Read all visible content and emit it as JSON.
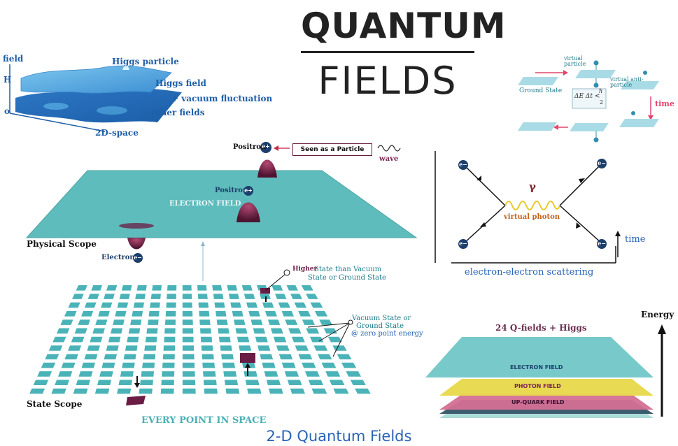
{
  "header": {
    "title": "QUANTUM",
    "subtitle": "FIELDS"
  },
  "higgs_panel": {
    "axis_field": "field",
    "axis_h": "H",
    "axis_o": "o",
    "higgs_particle": "Higgs particle",
    "higgs_field": "Higgs field",
    "vacuum_fluctuation": "+ vacuum fluctuation",
    "other_fields": "other fields",
    "space": "2D-space"
  },
  "virtual_panel": {
    "ground_state": "Ground State",
    "virtual_particle": "virtual particle",
    "virtual_antiparticle": "virtual anti-particle",
    "uncertainty": "ΔE Δt <",
    "hbar": "ħ",
    "two": "2",
    "time": "time"
  },
  "electron_field_panel": {
    "positron_top": "Positron",
    "seen_as_particle": "Seen as a Particle",
    "wave": "wave",
    "positron_mid": "Positron",
    "electron_field": "ELECTRON FIELD",
    "physical_scope": "Physical Scope",
    "electron": "Electron",
    "e_plus": "e+",
    "e_minus": "e−"
  },
  "feynman_panel": {
    "gamma": "γ",
    "virtual_photon": "virtual photon",
    "time": "time",
    "caption": "electron-electron scattering",
    "e_minus": "e−"
  },
  "state_panel": {
    "higher_state_1": "Higher",
    "higher_state_2": "State than Vacuum",
    "higher_state_3": "State or Ground State",
    "vacuum_1": "Vacuum State or",
    "vacuum_2": "Ground State",
    "vacuum_3": "@ zero point energy",
    "state_scope": "State Scope",
    "every_point": "EVERY POINT IN SPACE"
  },
  "layers_panel": {
    "energy": "Energy",
    "title": "24 Q-fields + Higgs",
    "electron_field": "ELECTRON FIELD",
    "photon_field": "PHOTON FIELD",
    "upquark_field": "UP-QUARK FIELD"
  },
  "footer": {
    "caption": "2-D Quantum Fields"
  },
  "colors": {
    "teal_plane": "#5fbcbc",
    "grid_tile": "#4ab3b8",
    "particle": "#6a1c45",
    "label_blue": "#1f5fa8",
    "photon_yellow": "#e8d84a",
    "quark_pink": "#d46f94"
  }
}
